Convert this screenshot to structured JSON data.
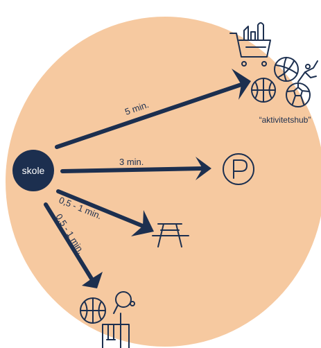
{
  "colors": {
    "area": "#f6c9a0",
    "arrow": "#1c2f4f",
    "node": "#1c2f4f",
    "node_text": "#ffffff"
  },
  "center": {
    "label": "skole"
  },
  "routes": [
    {
      "time": "5 min.",
      "destination_icon": "activity-hub-icons"
    },
    {
      "time": "3 min.",
      "destination_icon": "parking-icon"
    },
    {
      "time": "0,5 - 1 min.",
      "destination_icon": "picnic-table-icon"
    },
    {
      "time": "0,5 - 1 min.",
      "destination_icon": "playground-icons"
    }
  ],
  "hub_label": "“aktivitetshub”"
}
